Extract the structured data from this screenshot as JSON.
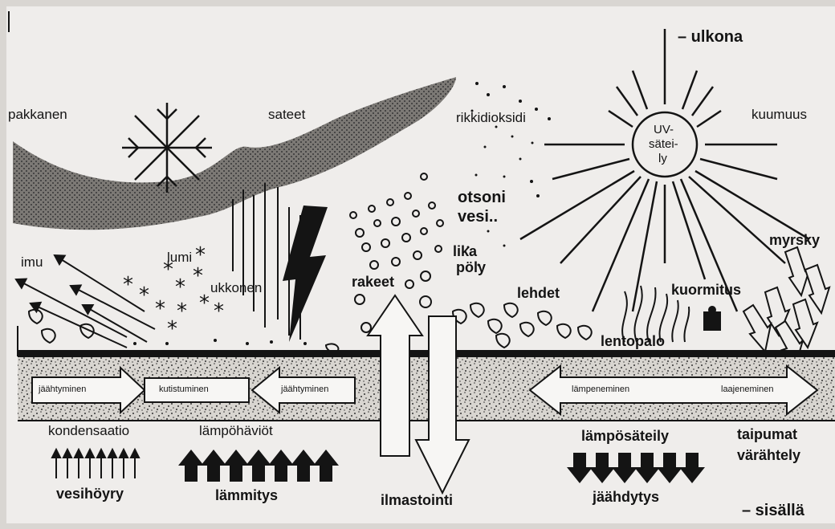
{
  "labels": {
    "outside": "– ulkona",
    "inside": "– sisällä",
    "frost": "pakkanen",
    "rain": "sateet",
    "sulfur_dioxide": "rikkidioksidi",
    "heat": "kuumuus",
    "uv_line1": "UV-",
    "uv_line2": "sätei-",
    "uv_line3": "ly",
    "ozone": "otsoni",
    "water": "vesi..",
    "dirt": "lika",
    "dust": "pöly",
    "storm": "myrsky",
    "suction": "imu",
    "snow": "lumi",
    "thunder": "ukkonen",
    "hail": "rakeet",
    "leaves": "lehdet",
    "load": "kuormitus",
    "flying_fire": "lentopalo",
    "condensation": "kondensaatio",
    "heat_losses": "lämpöhäviöt",
    "water_vapor": "vesihöyry",
    "heating": "lämmitys",
    "ventilation": "ilmastointi",
    "heat_radiation": "lämpösäteily",
    "cooling": "jäähdytys",
    "deflections": "taipumat",
    "vibration": "värähtely"
  },
  "wall_arrows": {
    "cooling_left": "jäähtyminen",
    "shrinking": "kutistuminen",
    "cooling_right": "jäähtyminen",
    "warming": "lämpeneminen",
    "expansion": "laajeneminen"
  },
  "colors": {
    "ink": "#141414",
    "paper": "#efedeb",
    "wall": "#c9c6c1"
  },
  "icons": [
    "snowflake-icon",
    "lightning-icon",
    "sun-icon",
    "weight-icon",
    "flame-icon",
    "leaf-icon"
  ]
}
